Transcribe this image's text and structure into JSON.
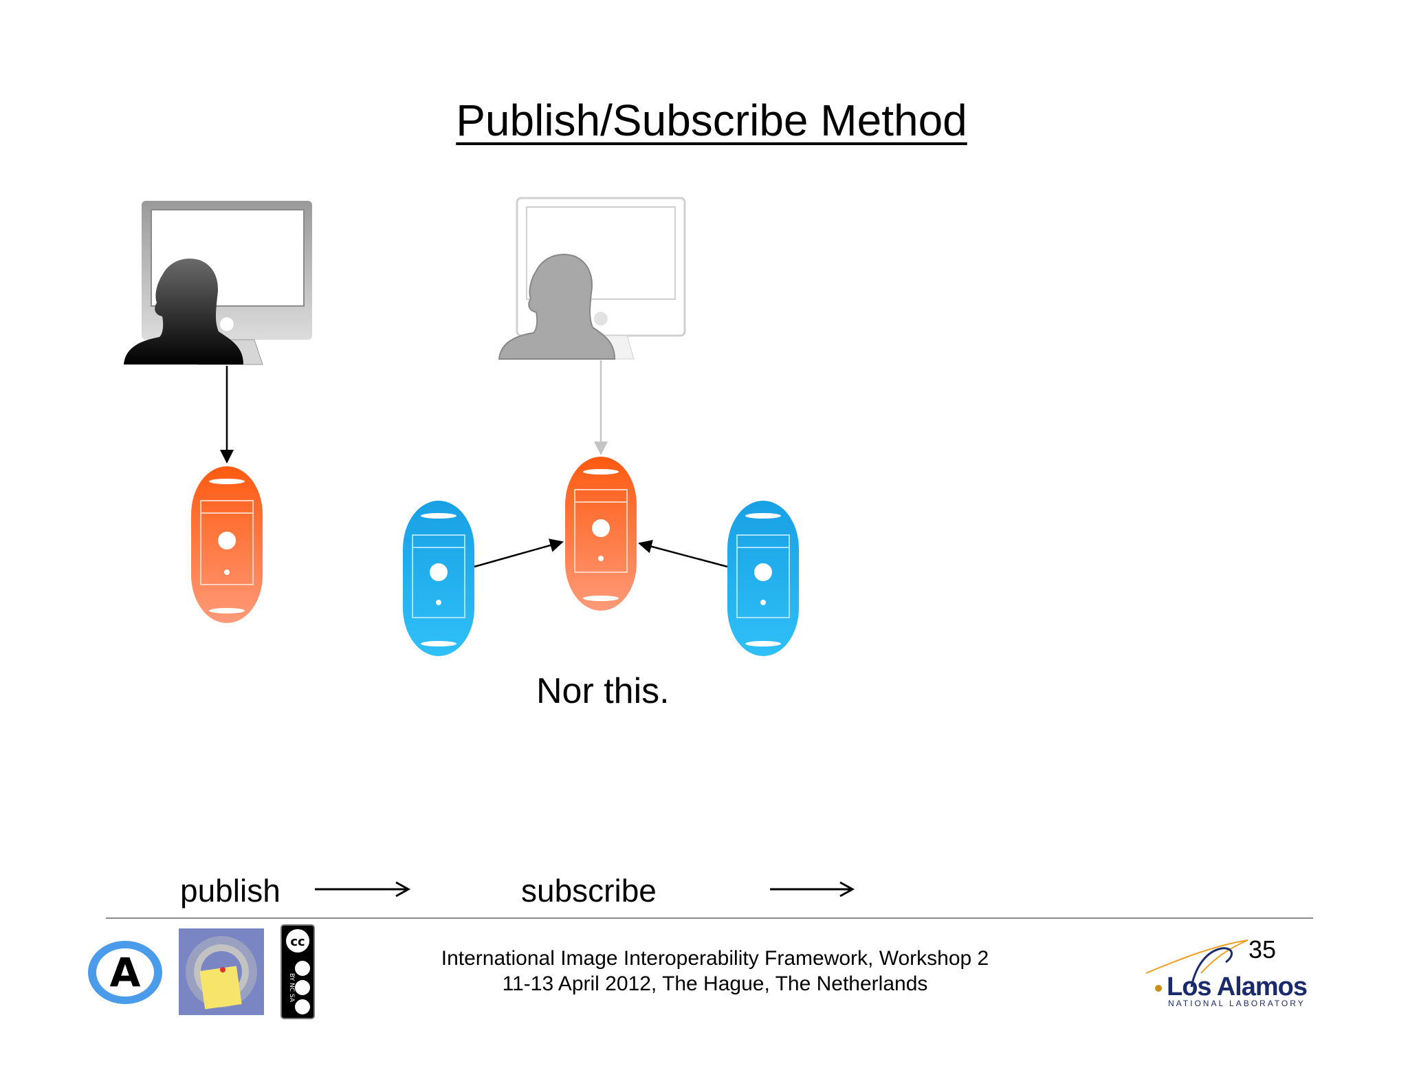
{
  "slide": {
    "title": "Publish/Subscribe Method",
    "caption": "Nor this.",
    "page_number": "35"
  },
  "legend": {
    "publish_label": "publish",
    "subscribe_label": "subscribe"
  },
  "footer": {
    "line1": "International Image Interoperability Framework, Workshop 2",
    "line2": "11-13 April 2012, The Hague, The Netherlands"
  },
  "logos": {
    "lanl_name": "Los Alamos",
    "lanl_sub": "NATIONAL LABORATORY",
    "cc_text": "BY NC SA"
  },
  "colors": {
    "publisher_server": "#ff5a1f",
    "subscriber_server": "#1aa6e6",
    "active_user": "#111111",
    "inactive_user": "#a8a8a8"
  }
}
